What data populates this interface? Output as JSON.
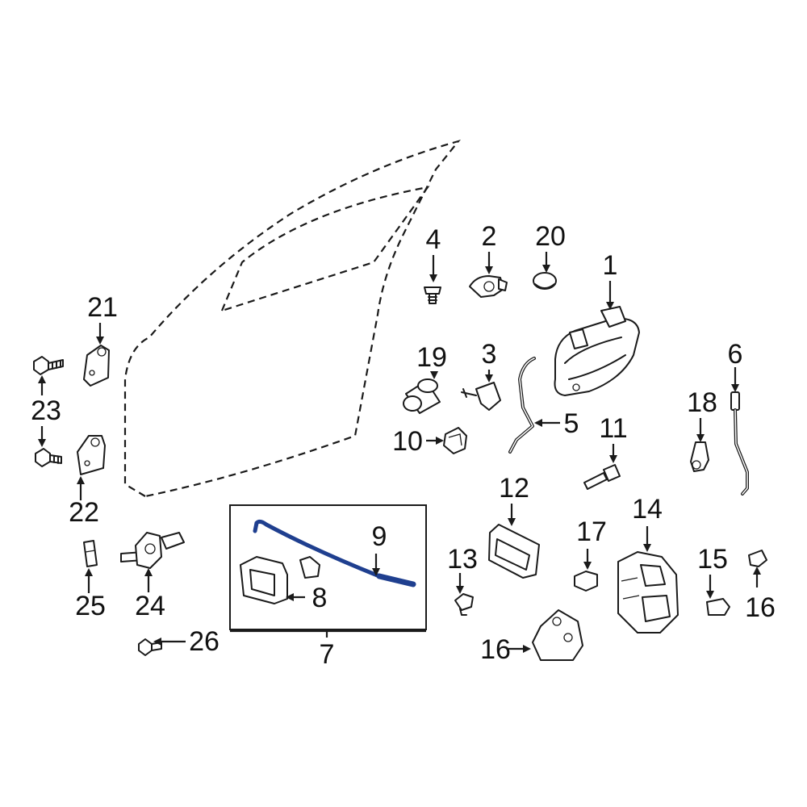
{
  "callouts": {
    "c1": "1",
    "c2": "2",
    "c3": "3",
    "c4": "4",
    "c5": "5",
    "c6": "6",
    "c7": "7",
    "c8": "8",
    "c9": "9",
    "c10": "10",
    "c11": "11",
    "c12": "12",
    "c13": "13",
    "c14": "14",
    "c15": "15",
    "c16a": "16",
    "c16b": "16",
    "c17": "17",
    "c18": "18",
    "c19": "19",
    "c20": "20",
    "c21": "21",
    "c22": "22",
    "c23": "23",
    "c24": "24",
    "c25": "25",
    "c26": "26"
  },
  "colors": {
    "line": "#1a1a1a",
    "highlight": "#1f3f8f"
  }
}
